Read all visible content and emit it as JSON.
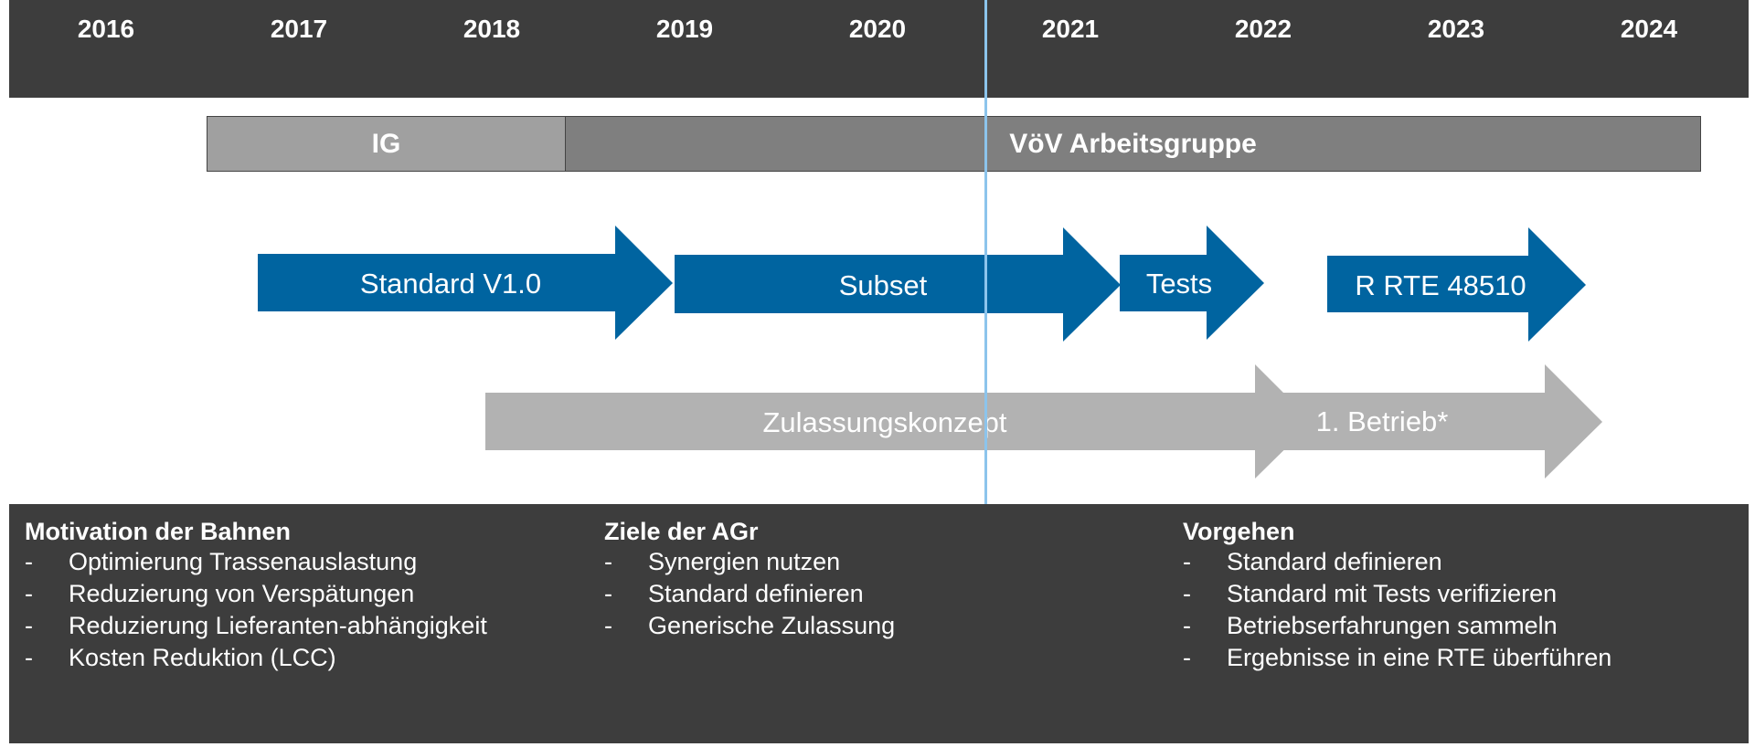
{
  "years": [
    "2016",
    "2017",
    "2018",
    "2019",
    "2020",
    "2021",
    "2022",
    "2023",
    "2024"
  ],
  "phases": {
    "ig": "IG",
    "vov": "VöV Arbeitsgruppe"
  },
  "arrows": {
    "standard": "Standard V1.0",
    "subset": "Subset",
    "tests": "Tests",
    "rte": "R RTE 48510",
    "zulassung": "Zulassungskonzept",
    "betrieb": "1. Betrieb*"
  },
  "colors": {
    "dark_panel": "#3d3d3d",
    "blue_arrow": "#0064a0",
    "gray_arrow": "#b2b2b2",
    "today_line": "#8cc4ec"
  },
  "panel": {
    "motivation": {
      "title": "Motivation der Bahnen",
      "items": [
        "Optimierung Trassenauslastung",
        "Reduzierung von Verspätungen",
        "Reduzierung Lieferanten-abhängigkeit",
        "Kosten Reduktion (LCC)"
      ]
    },
    "ziele": {
      "title": "Ziele der AGr",
      "items": [
        "Synergien nutzen",
        "Standard definieren",
        "Generische Zulassung"
      ]
    },
    "vorgehen": {
      "title": "Vorgehen",
      "items": [
        "Standard definieren",
        "Standard mit Tests verifizieren",
        "Betriebserfahrungen sammeln",
        "Ergebnisse in eine RTE überführen"
      ]
    },
    "bullet": "-"
  }
}
